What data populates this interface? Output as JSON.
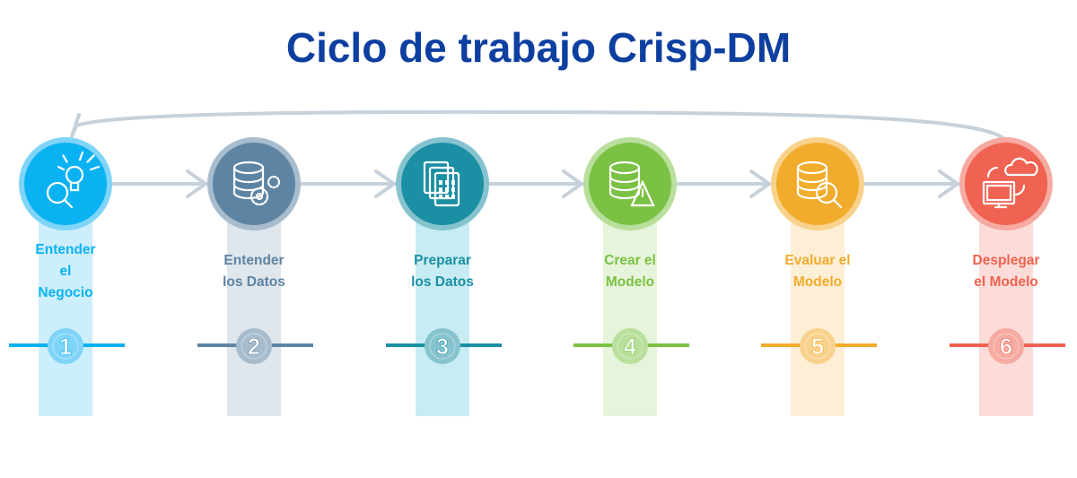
{
  "title": "Ciclo de trabajo Crisp-DM",
  "steps": [
    {
      "number": "1",
      "label_lines": [
        "Entender",
        "el",
        "Negocio"
      ],
      "icon": "lightbulb-search-icon",
      "color": "#0ab2f2",
      "ring": "#7fd4f8",
      "band": "#cdeefc"
    },
    {
      "number": "2",
      "label_lines": [
        "Entender",
        "los Datos"
      ],
      "icon": "database-gears-icon",
      "color": "#5e84a3",
      "ring": "#a7bccd",
      "band": "#dfe6ec"
    },
    {
      "number": "3",
      "label_lines": [
        "Preparar",
        "los Datos"
      ],
      "icon": "documents-table-icon",
      "color": "#1b8fa3",
      "ring": "#86c3cf",
      "band": "#c8ecf3"
    },
    {
      "number": "4",
      "label_lines": [
        "Crear el",
        "Modelo"
      ],
      "icon": "database-chart-icon",
      "color": "#7bc143",
      "ring": "#b8df9b",
      "band": "#e7f4dc"
    },
    {
      "number": "5",
      "label_lines": [
        "Evaluar el",
        "Modelo"
      ],
      "icon": "database-search-icon",
      "color": "#f2ac2d",
      "ring": "#f8d28c",
      "band": "#fdeed6"
    },
    {
      "number": "6",
      "label_lines": [
        "Desplegar",
        "el Modelo"
      ],
      "icon": "cloud-monitor-icon",
      "color": "#f06251",
      "ring": "#f6aaa1",
      "band": "#fbdcd8"
    }
  ],
  "connector_color": "#c6d1dc"
}
